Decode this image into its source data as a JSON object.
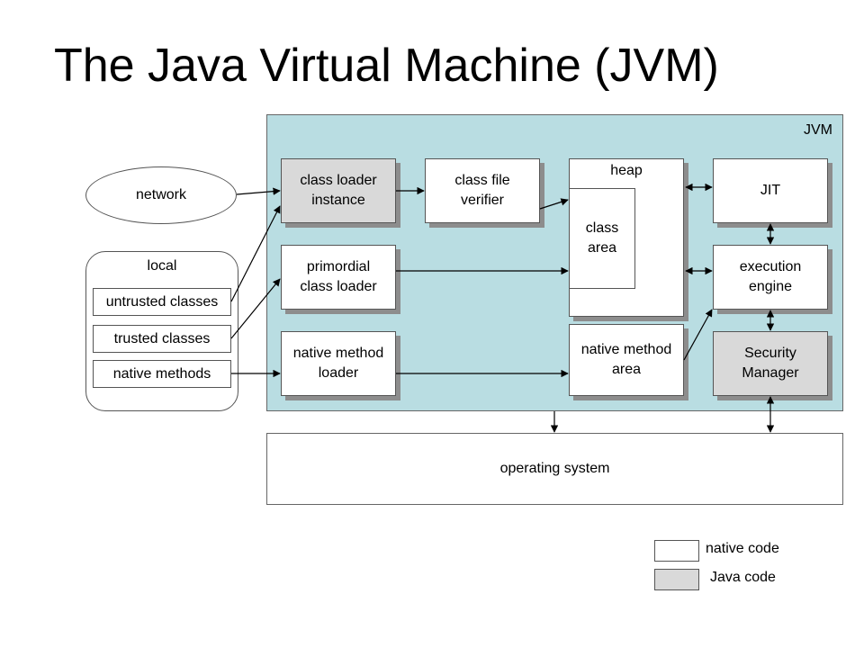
{
  "title": "The Java Virtual Machine (JVM)",
  "jvm_label": "JVM",
  "network": "network",
  "local": {
    "label": "local",
    "items": [
      "untrusted classes",
      "trusted classes",
      "native methods"
    ]
  },
  "components": {
    "class_loader_instance": "class loader\ninstance",
    "primordial_class_loader": "primordial\nclass loader",
    "native_method_loader": "native method\nloader",
    "class_file_verifier": "class file\nverifier",
    "heap": "heap",
    "class_area": "class\narea",
    "native_method_area": "native method\narea",
    "jit": "JIT",
    "execution_engine": "execution\nengine",
    "security_manager": "Security\nManager"
  },
  "operating_system": "operating system",
  "legend": {
    "native_code": "native code",
    "java_code": "Java code"
  },
  "colors": {
    "jvm_background": "#b9dde2",
    "java_code_fill": "#d9d9d9",
    "native_code_fill": "#ffffff"
  }
}
